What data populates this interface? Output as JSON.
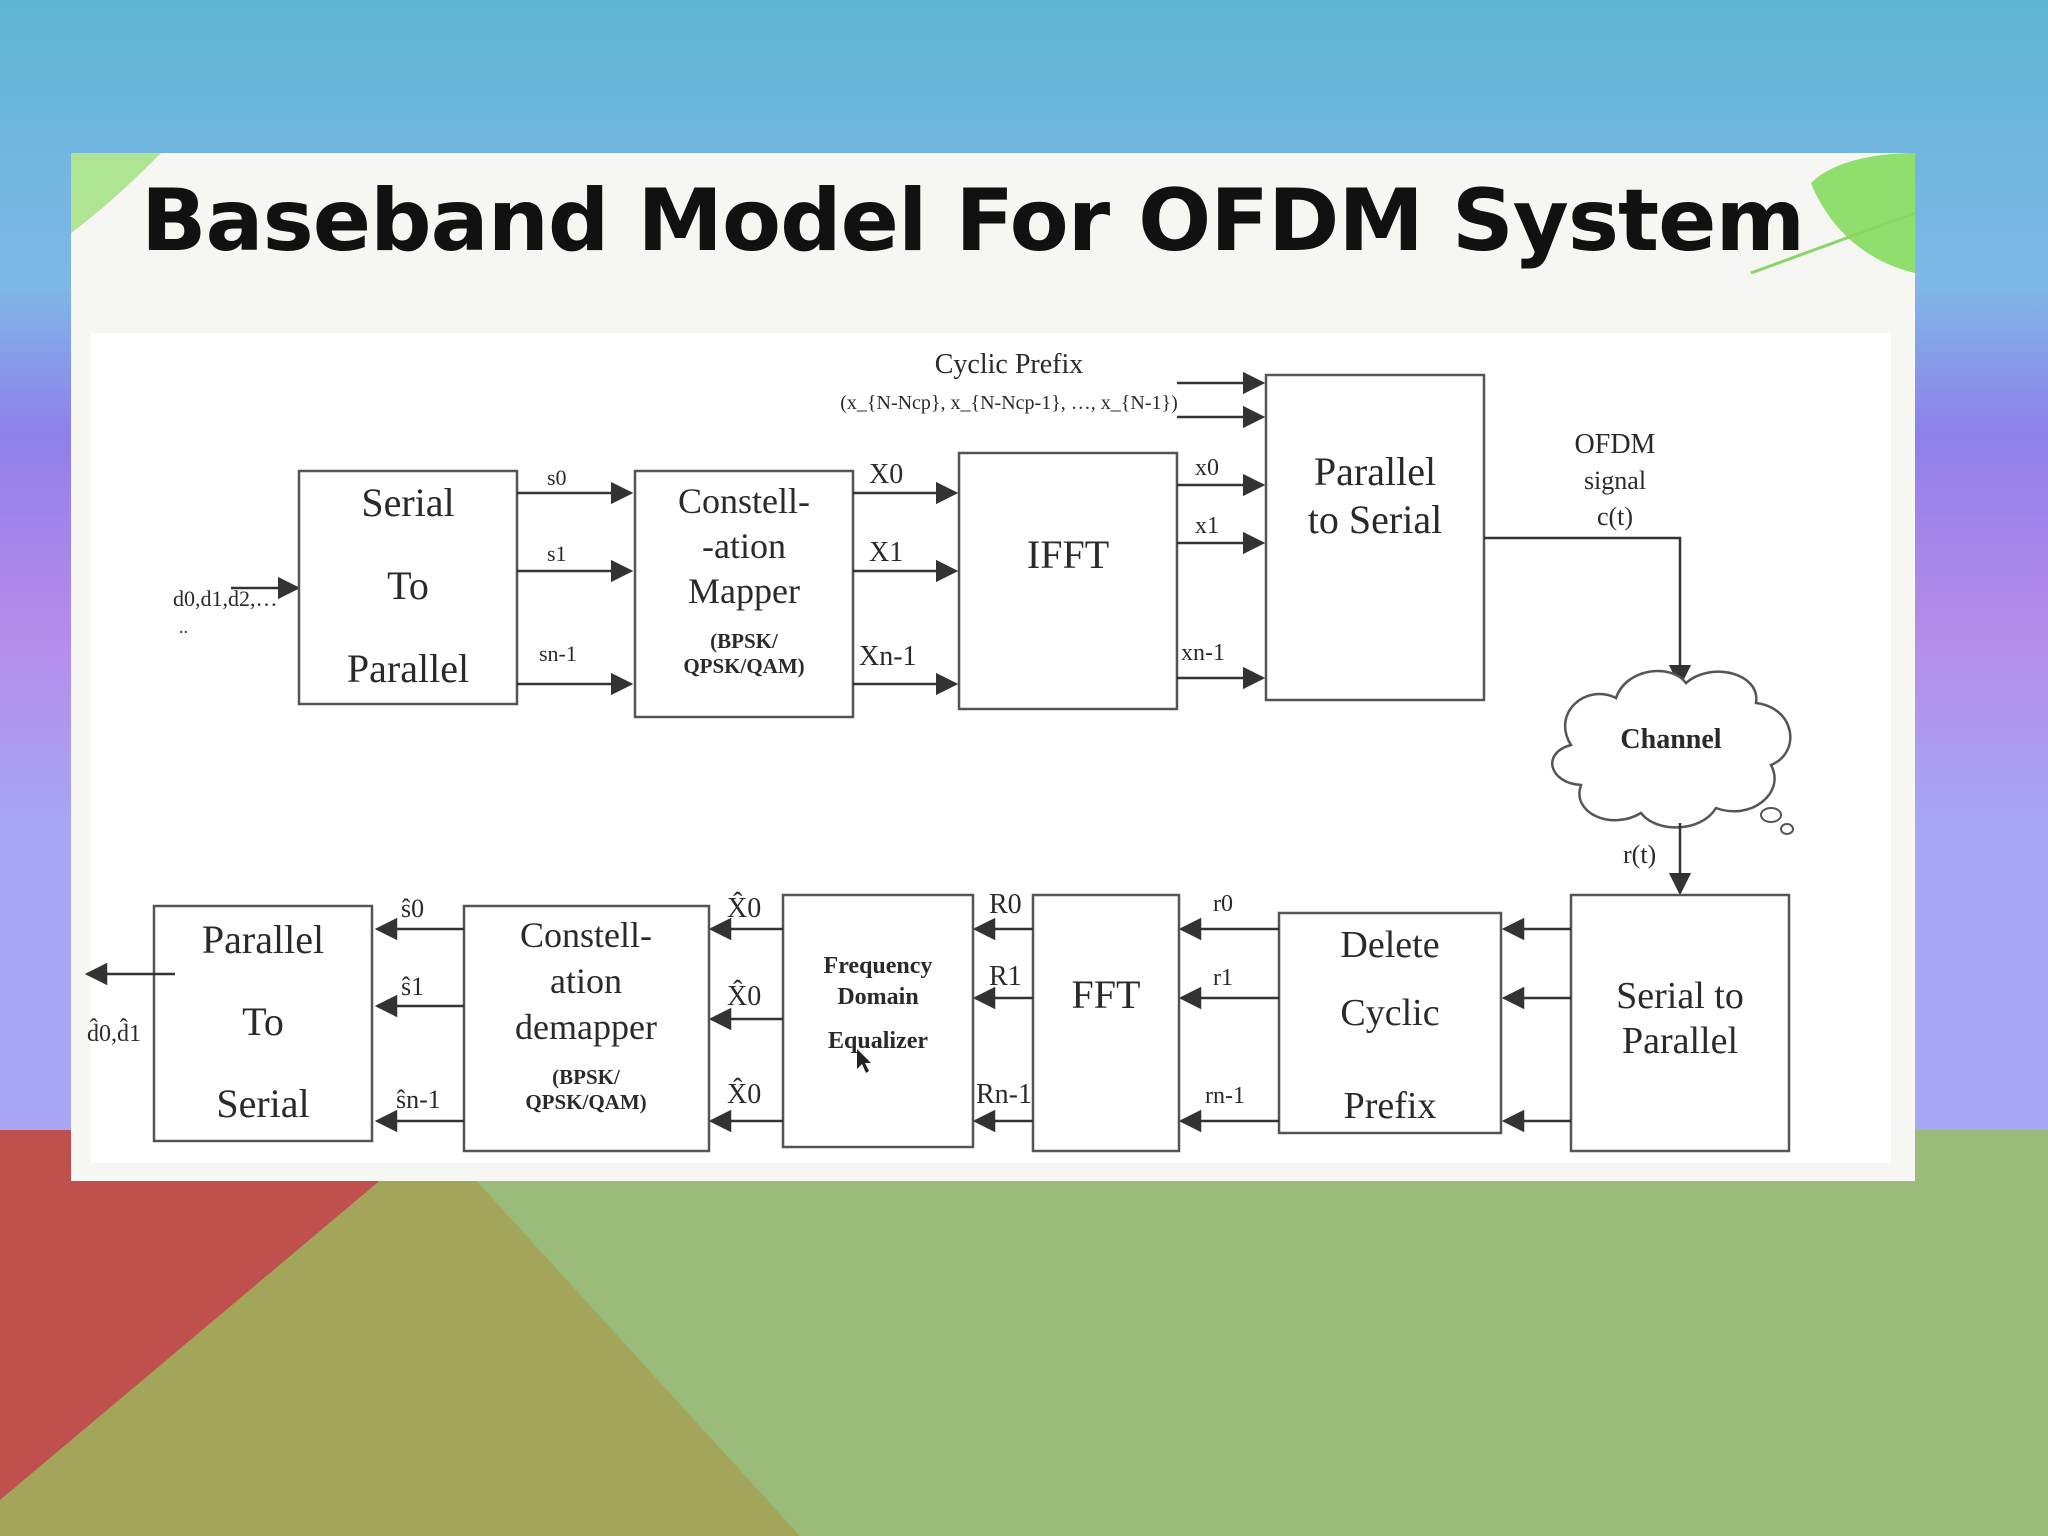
{
  "slide": {
    "title": "Baseband Model For OFDM System",
    "colors": {
      "sky_top": "#5fb4d3",
      "sky_mid": "#8f80ea",
      "red": "#c0504d",
      "olive": "#a3a55a",
      "green": "#9bbb7a",
      "leaf": "#7ed957"
    }
  },
  "diagram": {
    "cyclic_prefix": {
      "label": "Cyclic Prefix",
      "value": "(x_{N-Ncp}, x_{N-Ncp-1}, …, x_{N-1})"
    },
    "input_label": "d0,d1,d2,…",
    "output_label": "d̂0,d̂1",
    "ofdm_signal": {
      "line1": "OFDM",
      "line2": "signal",
      "line3": "c(t)"
    },
    "received_signal": "r(t)",
    "channel": "Channel",
    "tx_blocks": {
      "serial_to_parallel": {
        "line1": "Serial",
        "line2": "To",
        "line3": "Parallel"
      },
      "mapper": {
        "line1": "Constell-",
        "line2": "-ation",
        "line3": "Mapper",
        "line4": "(BPSK/",
        "line5": "QPSK/QAM)"
      },
      "ifft": "IFFT",
      "parallel_to_serial": {
        "line1": "Parallel",
        "line2": "to Serial"
      }
    },
    "rx_blocks": {
      "serial_to_parallel": {
        "line1": "Serial to",
        "line2": "Parallel"
      },
      "delete_cp": {
        "line1": "Delete",
        "line2": "Cyclic",
        "line3": "Prefix"
      },
      "fft": "FFT",
      "equalizer": {
        "line1": "Frequency",
        "line2": "Domain",
        "line3": "Equalizer"
      },
      "demapper": {
        "line1": "Constell-",
        "line2": "ation",
        "line3": "demapper",
        "line4": "(BPSK/",
        "line5": "QPSK/QAM)"
      },
      "parallel_to_serial": {
        "line1": "Parallel",
        "line2": "To",
        "line3": "Serial"
      }
    },
    "signals": {
      "s": [
        "s0",
        "s1",
        "sn-1"
      ],
      "X": [
        "X0",
        "X1",
        "Xn-1"
      ],
      "x": [
        "x0",
        "x1",
        "xn-1"
      ],
      "r": [
        "r0",
        "r1",
        "rn-1"
      ],
      "R": [
        "R0",
        "R1",
        "Rn-1"
      ],
      "Xhat": [
        "X̂0",
        "X̂0",
        "X̂0"
      ],
      "shat": [
        "ŝ0",
        "ŝ1",
        "ŝn-1"
      ]
    }
  }
}
